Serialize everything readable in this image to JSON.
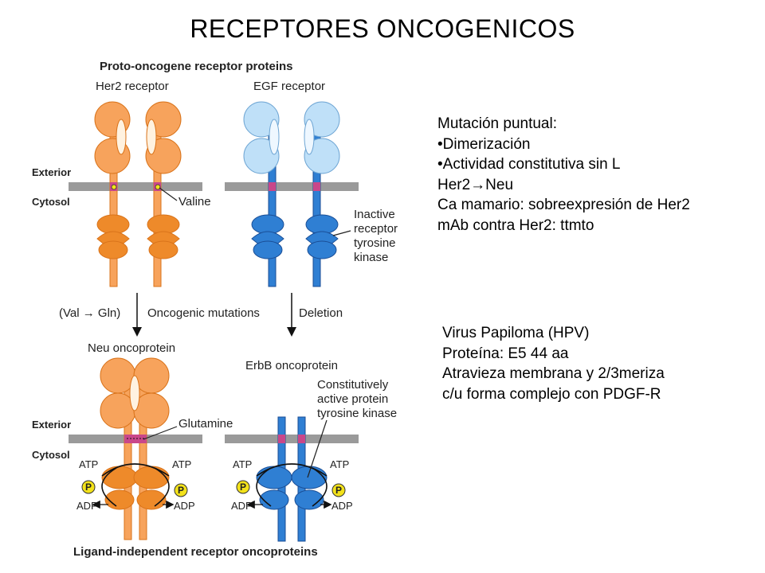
{
  "title": "RECEPTORES ONCOGENICOS",
  "notes": {
    "block1": [
      "Mutación puntual:",
      "•Dimerización",
      "•Actividad constitutiva sin L",
      "Her2→Neu",
      "Ca mamario: sobreexpresión de Her2",
      "mAb contra Her2: ttmto"
    ],
    "block2": [
      "Virus Papiloma (HPV)",
      "Proteína: E5 44 aa",
      "Atravieza membrana y 2/3meriza",
      "c/u forma complejo con PDGF-R"
    ]
  },
  "figure": {
    "header_top": "Proto-oncogene receptor proteins",
    "her2_label": "Her2 receptor",
    "egf_label": "EGF receptor",
    "exterior": "Exterior",
    "cytosol": "Cytosol",
    "valine": "Valine",
    "inactive_kinase": [
      "Inactive",
      "receptor",
      "tyrosine",
      "kinase"
    ],
    "mutation_left": "(Val → Gln)",
    "mutation_mid": "Oncogenic mutations",
    "mutation_right": "Deletion",
    "neu_label": "Neu oncoprotein",
    "erbb_label": "ErbB oncoprotein",
    "constitutive": [
      "Constitutively",
      "active protein",
      "tyrosine kinase"
    ],
    "glutamine": "Glutamine",
    "atp": "ATP",
    "adp": "ADP",
    "p": "P",
    "header_bottom": "Ligand-independent receptor oncoproteins",
    "colors": {
      "orange": "#f7a35c",
      "orange_stroke": "#d9731a",
      "orange_dark": "#ee8a2a",
      "blue_light": "#bfe0f8",
      "blue_light_stroke": "#6fa6d4",
      "blue_dark": "#2f7fd3",
      "blue_dark_stroke": "#1a4e96",
      "membrane": "#9a9a9a",
      "tm_pink": "#c9478a",
      "phosphate": "#f3e21a"
    }
  }
}
